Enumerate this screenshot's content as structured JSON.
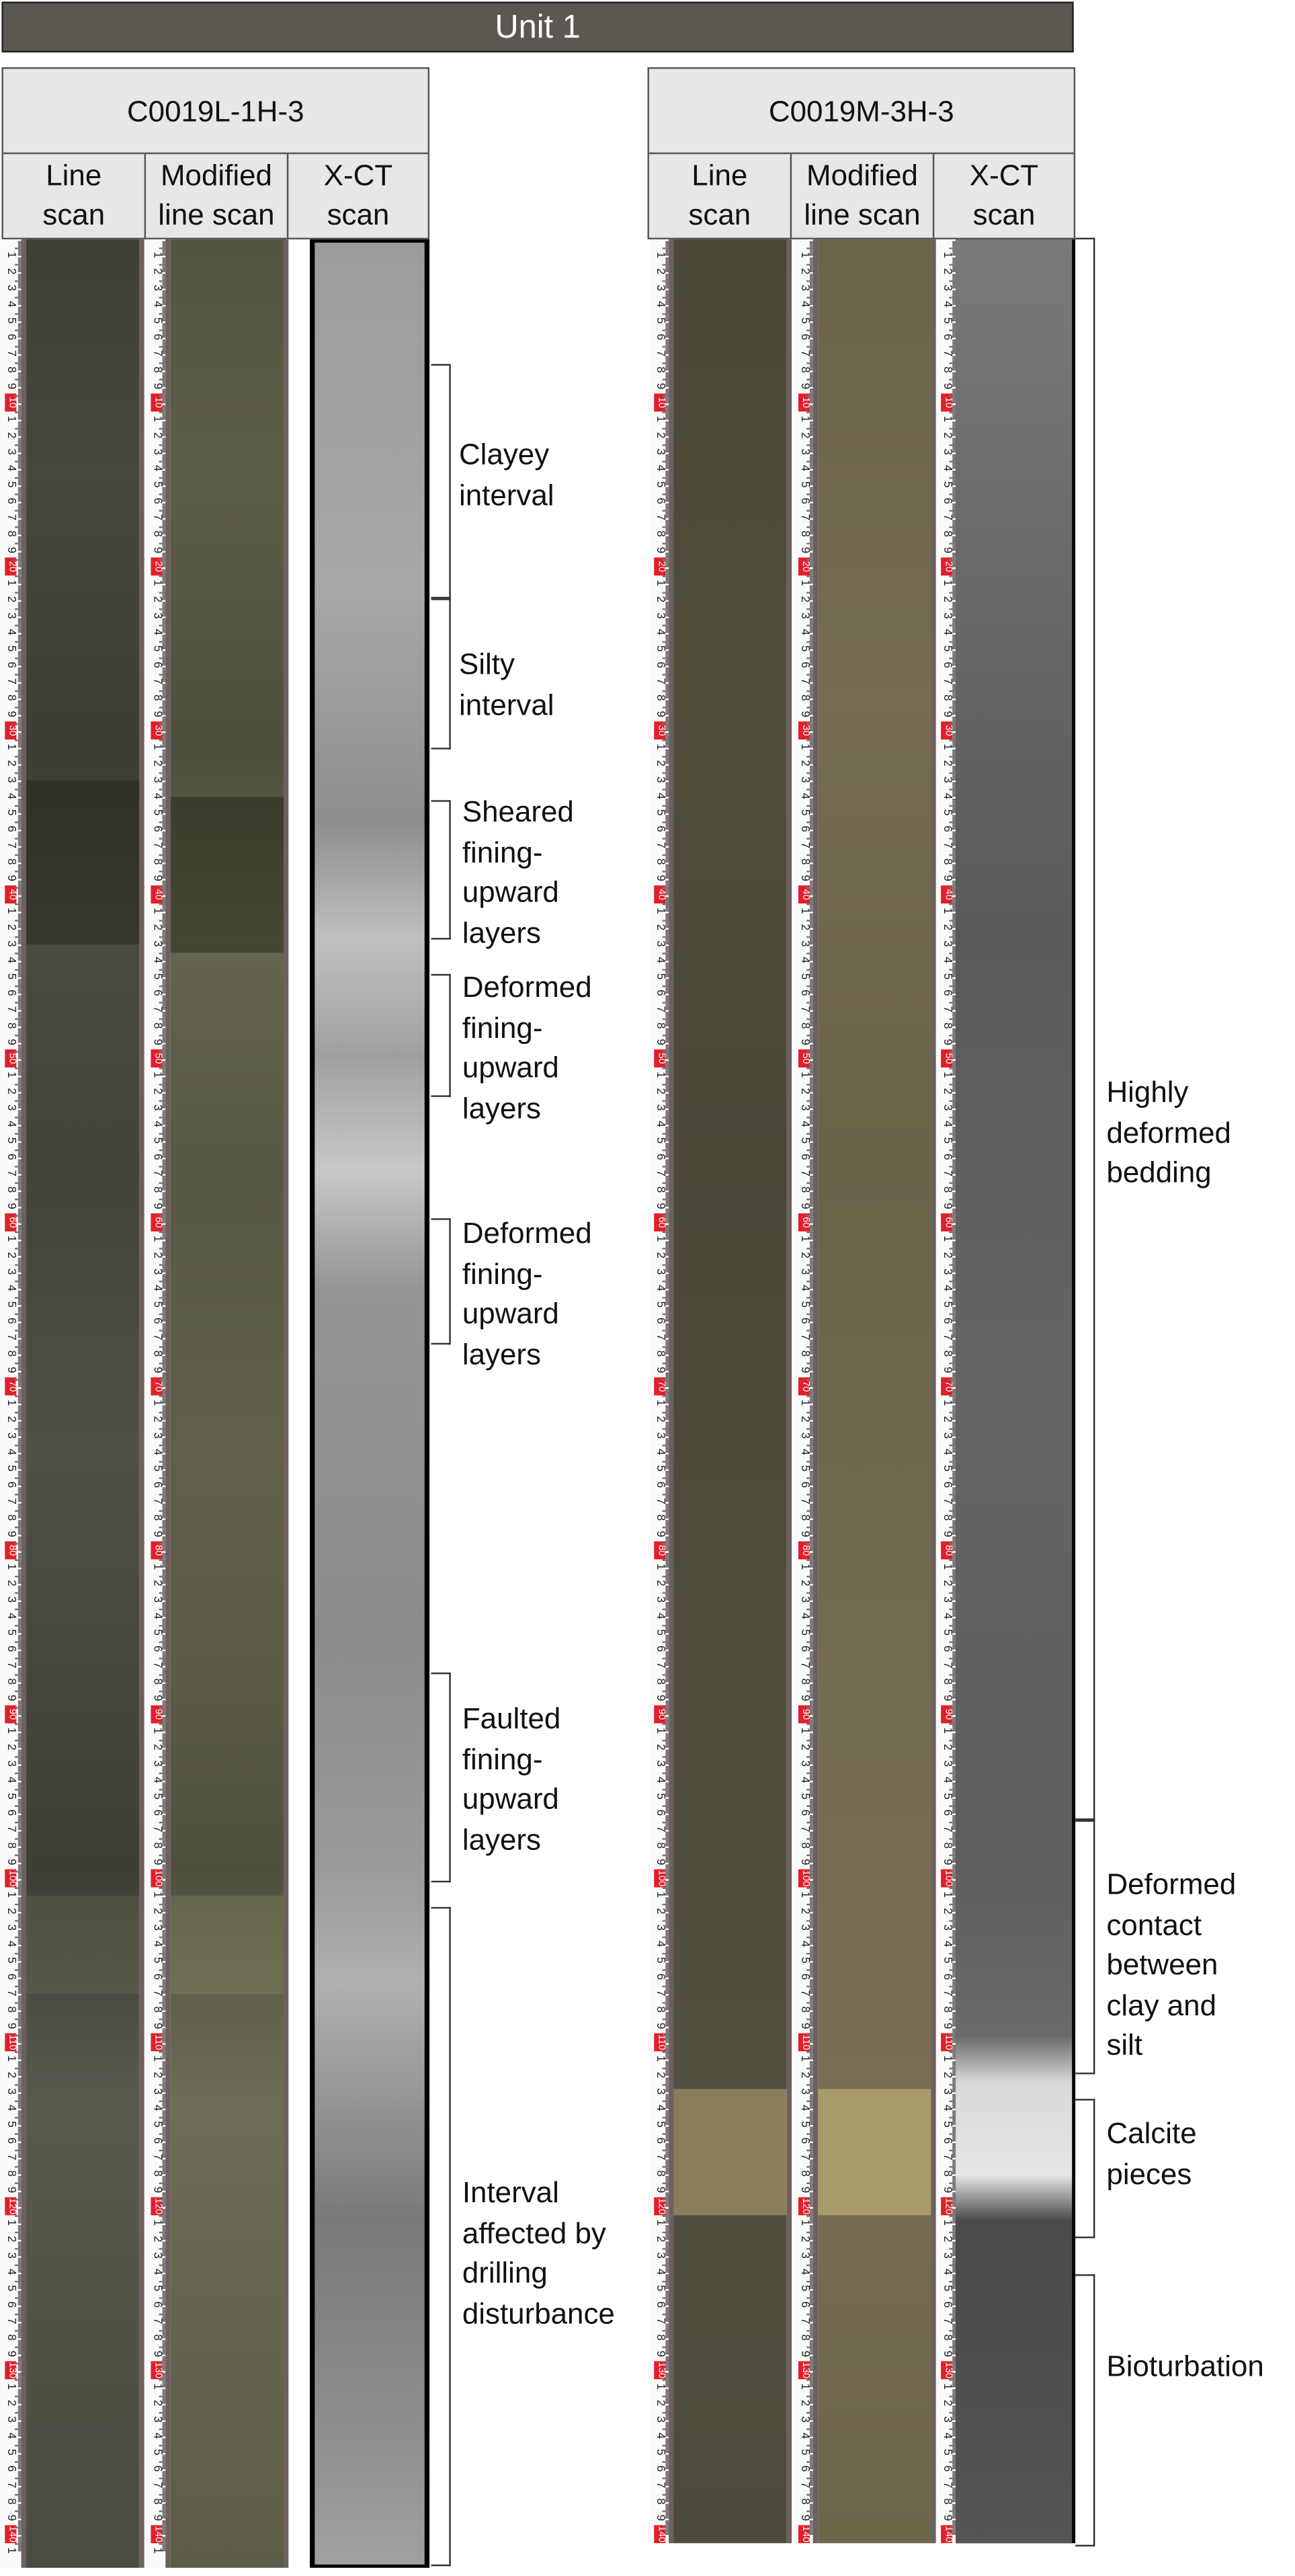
{
  "unit_title": "Unit 1",
  "sections": [
    {
      "name": "C0019L-1H-3",
      "columns": [
        {
          "l1": "Line",
          "l2": "scan"
        },
        {
          "l1": "Modified",
          "l2": "line scan"
        },
        {
          "l1": "X-CT",
          "l2": "scan"
        }
      ],
      "annotations": [
        {
          "lines": [
            "Clayey",
            "interval"
          ]
        },
        {
          "lines": [
            "Silty",
            "interval"
          ]
        },
        {
          "lines": [
            "Sheared",
            "fining-",
            "upward",
            "layers"
          ]
        },
        {
          "lines": [
            "Deformed",
            "fining-",
            "upward",
            "layers"
          ]
        },
        {
          "lines": [
            "Deformed",
            "fining-",
            "upward",
            "layers"
          ]
        },
        {
          "lines": [
            "Faulted",
            "fining-",
            "upward",
            "layers"
          ]
        },
        {
          "lines": [
            "Interval",
            "affected by",
            "drilling",
            "disturbance"
          ]
        }
      ]
    },
    {
      "name": "C0019M-3H-3",
      "columns": [
        {
          "l1": "Line",
          "l2": "scan"
        },
        {
          "l1": "Modified",
          "l2": "line scan"
        },
        {
          "l1": "X-CT",
          "l2": "scan"
        }
      ],
      "annotations": [
        {
          "lines": [
            "Highly",
            "deformed",
            "bedding"
          ]
        },
        {
          "lines": [
            "Deformed",
            "contact",
            "between",
            "clay and",
            "silt"
          ]
        },
        {
          "lines": [
            "Calcite",
            "pieces"
          ]
        },
        {
          "lines": [
            "Bioturbation"
          ]
        }
      ]
    }
  ],
  "ruler": {
    "minor": [
      "1",
      "2",
      "3",
      "4",
      "5",
      "6",
      "7",
      "8",
      "9"
    ],
    "major": [
      "10",
      "20",
      "30",
      "40",
      "50",
      "60",
      "70",
      "80",
      "90",
      "100",
      "110",
      "120",
      "130",
      "140"
    ]
  },
  "colors": {
    "unit_bar": "#5a5850",
    "header_bg": "#e6e7e9",
    "ruler_red": "#e0202a",
    "line_scan": "#45463c",
    "modified_scan": "#5a5a44",
    "xct": "#9a9a9a"
  }
}
